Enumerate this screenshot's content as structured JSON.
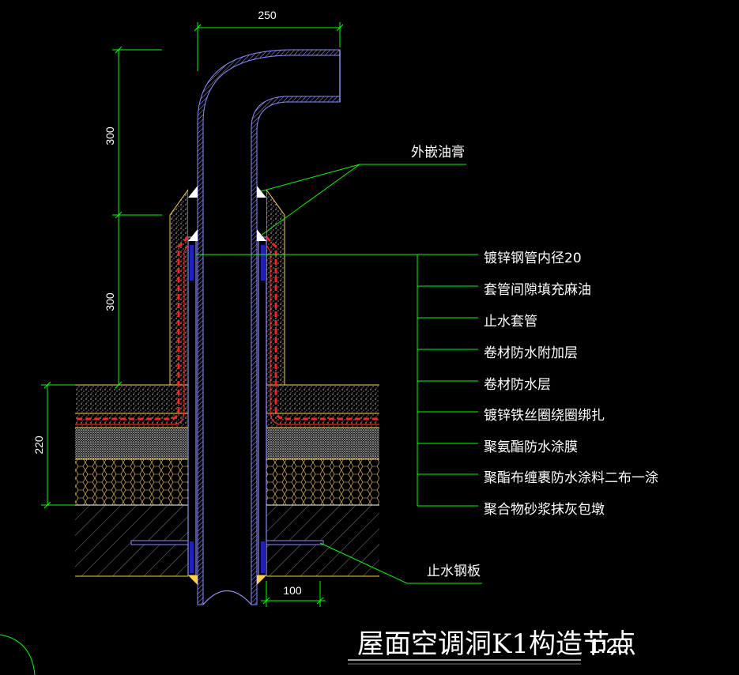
{
  "drawing": {
    "title": "屋面空调洞K1构造节点",
    "scale": "1:20",
    "colors": {
      "background": "#000000",
      "leader": "#00ff00",
      "pipe": "#8a8aff",
      "membrane": "#ff2020",
      "text": "#ffffff",
      "hatch": "#c8c8c8",
      "insulation": "#ffd24a"
    }
  },
  "dimensions": {
    "top_width": "250",
    "upper_height": "300",
    "lower_height": "300",
    "roof_thickness": "220",
    "bottom_width": "100"
  },
  "annotations": {
    "ointment": "外嵌油膏",
    "layers": [
      "镀锌钢管内径20",
      "套管间隙填充麻油",
      "止水套管",
      "卷材防水附加层",
      "卷材防水层",
      "镀锌铁丝圈绕圈绑扎",
      "聚氨酯防水涂膜",
      "聚酯布缠裹防水涂料二布一涂",
      "聚合物砂浆抹灰包墩"
    ],
    "water_stop_plate": "止水钢板"
  }
}
